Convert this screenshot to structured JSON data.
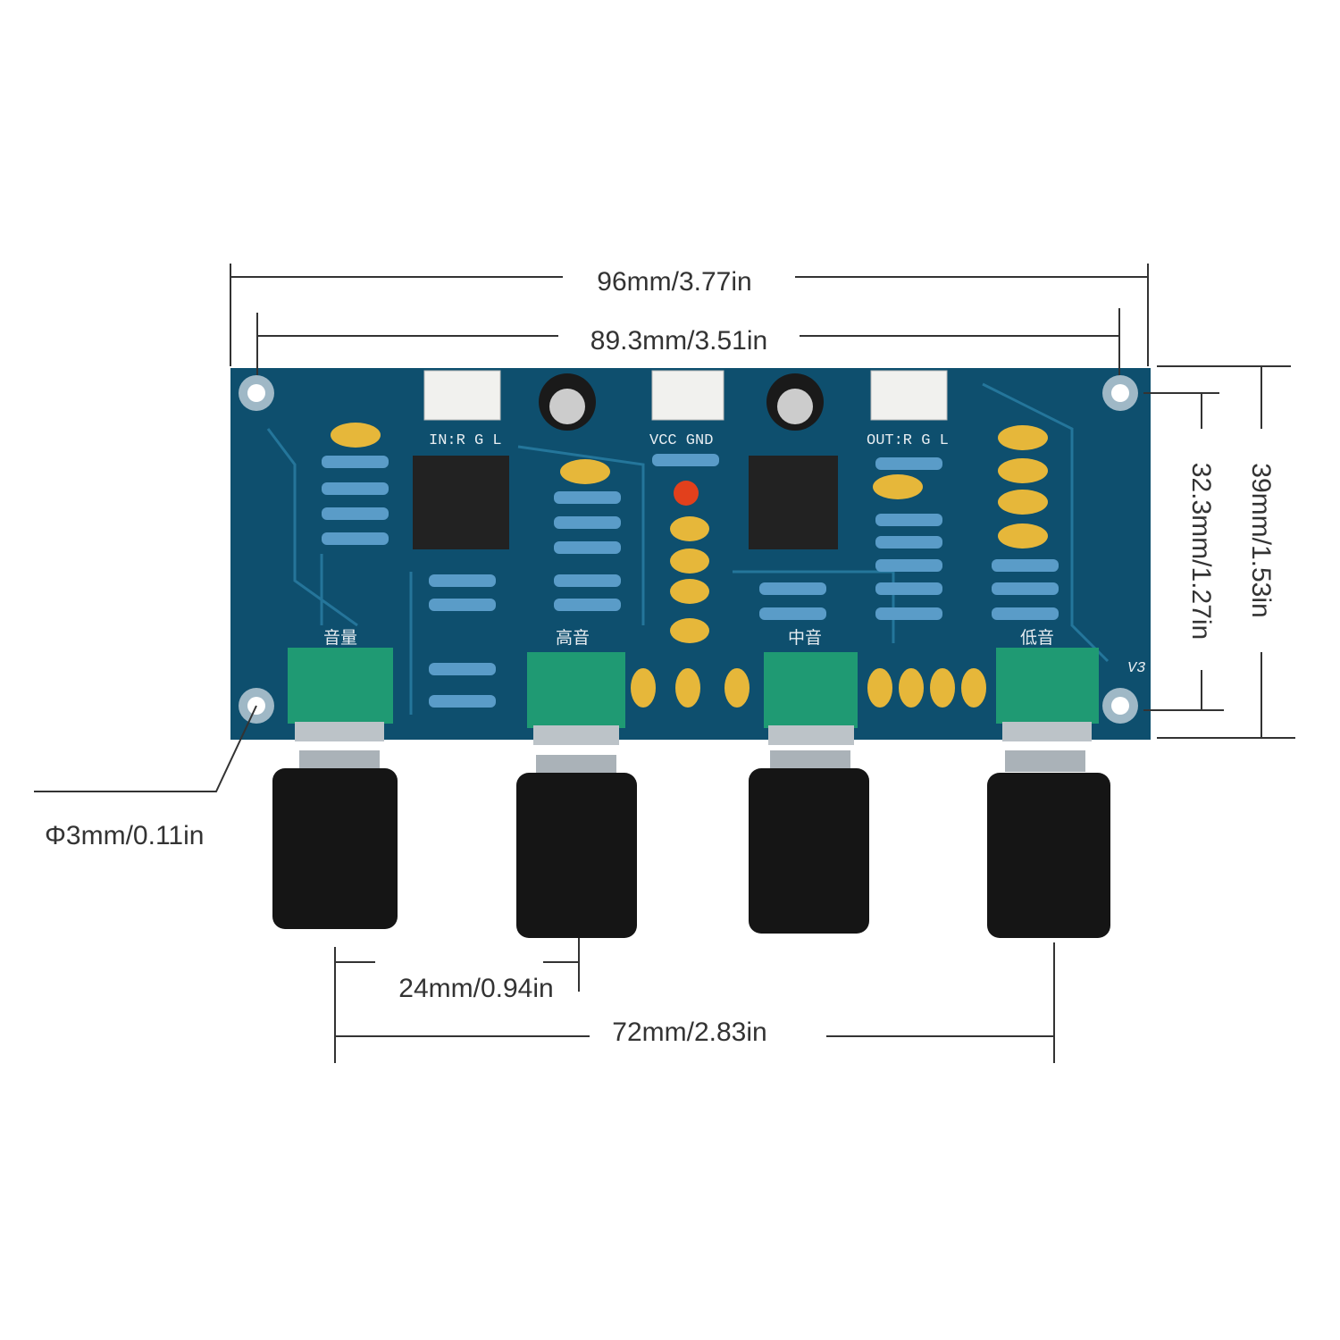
{
  "dimensions": {
    "overall_width": "96mm/3.77in",
    "hole_spacing_width": "89.3mm/3.51in",
    "overall_height": "39mm/1.53in",
    "hole_spacing_height": "32.3mm/1.27in",
    "hole_diameter": "Φ3mm/0.11in",
    "knob_pitch": "24mm/0.94in",
    "knob_span": "72mm/2.83in"
  },
  "board": {
    "input_label": "IN:R  G  L",
    "power_label": "VCC GND",
    "output_label": "OUT:R  G  L",
    "version": "V3",
    "knobs": [
      "音量",
      "高音",
      "中音",
      "低音"
    ],
    "pcb_color": "#0e4f6e",
    "pot_color": "#1f9a73"
  }
}
